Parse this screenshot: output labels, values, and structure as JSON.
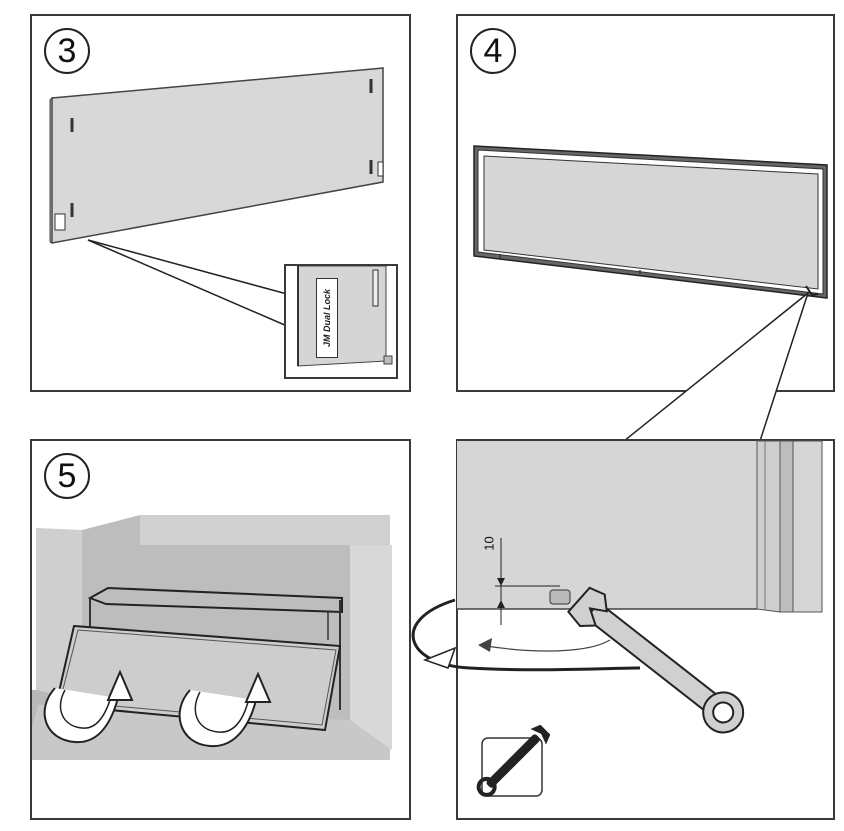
{
  "steps": [
    {
      "number": "3"
    },
    {
      "number": "4"
    },
    {
      "number": "5"
    }
  ],
  "inset": {
    "label_text": "JM Dual Lock"
  },
  "detail": {
    "dimension_label": "10"
  },
  "tool": {
    "icon": "wrench-icon"
  },
  "colors": {
    "panel_fill": "#d8d8d8",
    "outline": "#333333",
    "wall": "#c8c8c8",
    "floor": "#b8b8b8"
  }
}
